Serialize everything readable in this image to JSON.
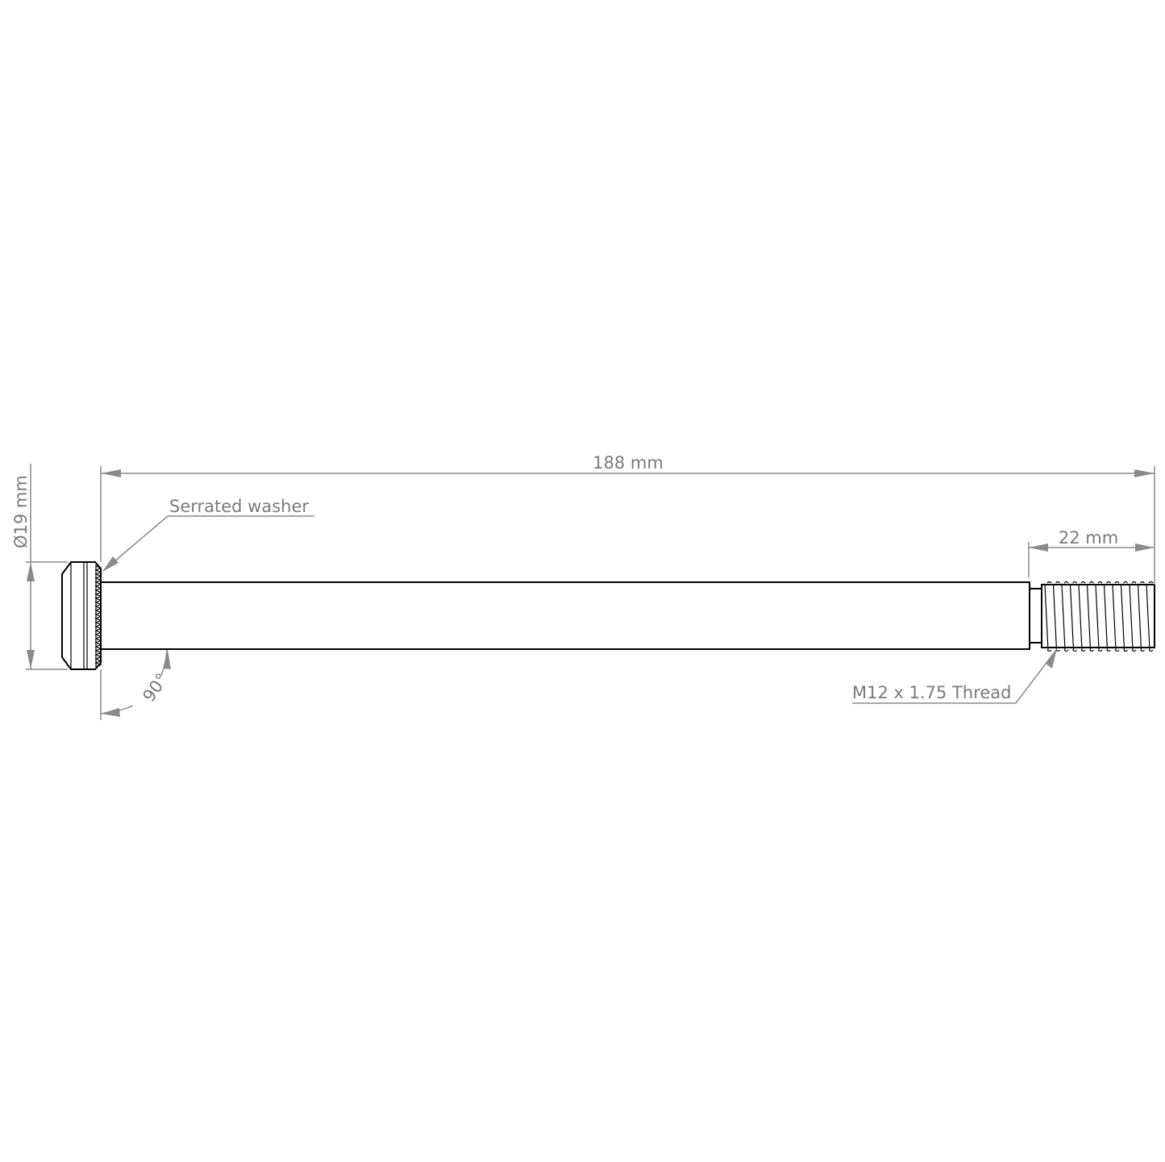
{
  "drawing": {
    "overall_length": "188 mm",
    "thread_length": "22 mm",
    "head_diameter": "Ø19 mm",
    "washer_callout": "Serrated washer",
    "angle": "90°",
    "thread_callout": "M12 x 1.75 Thread"
  },
  "colors": {
    "dimension": "#8a8a8a",
    "part_outline": "#000000"
  }
}
